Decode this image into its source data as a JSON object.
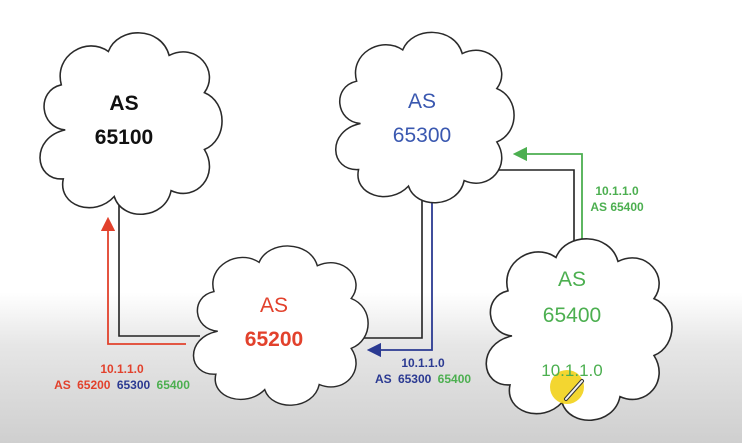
{
  "colors": {
    "link": "#222222",
    "red": "#e2412c",
    "blue": "#2b3a92",
    "green": "#4caf50",
    "as65100_text": "#111111",
    "as65300_text": "#3a58b0",
    "as65200_text": "#e2412c",
    "as65400_text": "#4caf50",
    "prefix_text": "#4caf50",
    "cursor_highlight": "#f2d21a"
  },
  "clouds": {
    "as65100": {
      "line1": "AS",
      "line2": "65100"
    },
    "as65300": {
      "line1": "AS",
      "line2": "65300"
    },
    "as65200": {
      "line1": "AS",
      "line2": "65200"
    },
    "as65400": {
      "line1": "AS",
      "line2": "65400",
      "prefix": "10.1.1.0"
    }
  },
  "advertisements": {
    "to_as65300": {
      "prefix": "10.1.1.0",
      "path": "AS 65400"
    },
    "to_as65200": {
      "prefix": "10.1.1.0",
      "path_as": "AS",
      "path_65300": "65300",
      "path_65400": "65400"
    },
    "to_as65100": {
      "prefix": "10.1.1.0",
      "path_as": "AS",
      "path_65200": "65200",
      "path_65300": "65300",
      "path_65400": "65400"
    }
  }
}
